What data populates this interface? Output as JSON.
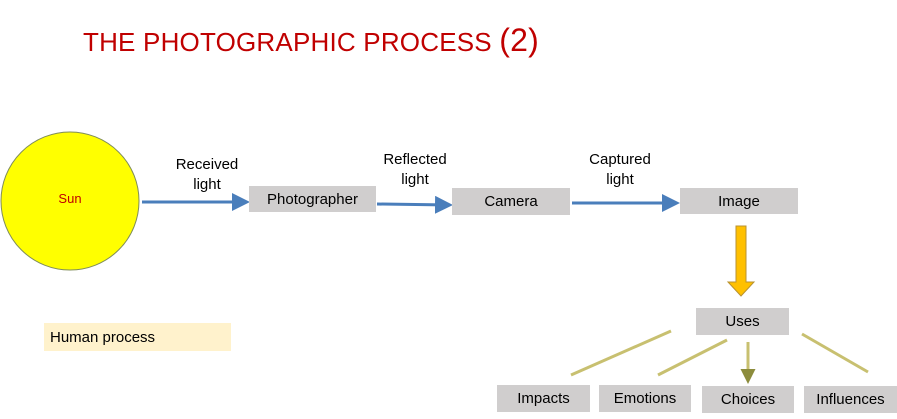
{
  "title": {
    "text": "THE PHOTOGRAPHIC PROCESS",
    "number": "(2)"
  },
  "colors": {
    "title": "#c00000",
    "sun": "#ffff00",
    "flow_arrow": "#4a7ebb",
    "uses_arrow": "#ffc000",
    "box": "#d0cece",
    "legend": "#fff2cc"
  },
  "nodes": {
    "sun": "Sun",
    "photographer": "Photographer",
    "camera": "Camera",
    "image": "Image",
    "uses": "Uses",
    "impacts": "Impacts",
    "emotions": "Emotions",
    "choices": "Choices",
    "influences": "Influences"
  },
  "edges": {
    "received": [
      "Received",
      "light"
    ],
    "reflected": [
      "Reflected",
      "light"
    ],
    "captured": [
      "Captured",
      "light"
    ]
  },
  "legend": {
    "human_process": "Human process"
  }
}
